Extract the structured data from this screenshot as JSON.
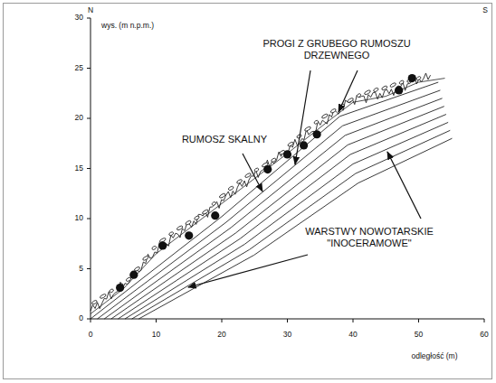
{
  "diagram": {
    "labels": [
      "N",
      "S",
      "wys. (m n.p.m.)",
      "PROGI Z GRUBEGO RUMOSZU DRZEWNEGO",
      "RUMOSZ SKALNY",
      "WARSTWY NOWOTARSKIE \"INOCERAMOWE\"",
      "30",
      "25",
      "20",
      "15",
      "10",
      "5",
      "0",
      "0",
      "10",
      "20",
      "30",
      "40",
      "50",
      "60",
      "odległość (m)"
    ]
  }
}
